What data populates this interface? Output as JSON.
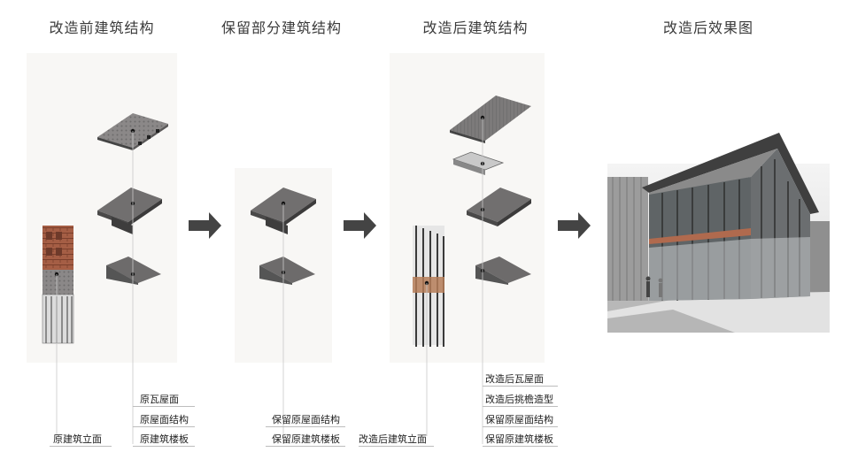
{
  "titles": {
    "before": "改造前建筑结构",
    "retained": "保留部分建筑结构",
    "after": "改造后建筑结构",
    "render": "改造后效果图"
  },
  "labels": {
    "before_facade": "原建筑立面",
    "before_tile_roof": "原瓦屋面",
    "before_roof_structure": "原屋面结构",
    "before_floor_slab": "原建筑楼板",
    "retained_roof_structure": "保留原屋面结构",
    "retained_floor_slab": "保留原建筑楼板",
    "after_facade": "改造后建筑立面",
    "after_tile_roof": "改造后瓦屋面",
    "after_eave": "改造后挑檐造型",
    "after_roof_structure": "保留原屋面结构",
    "after_floor_slab": "保留原建筑楼板"
  },
  "colors": {
    "slab_top": "#6f6d6d",
    "slab_side": "#3e3d3d",
    "tile_roof": "#8a8787",
    "brick": "#a45e45",
    "arrow": "#444444",
    "panel_bg": "#f7f6f4"
  }
}
